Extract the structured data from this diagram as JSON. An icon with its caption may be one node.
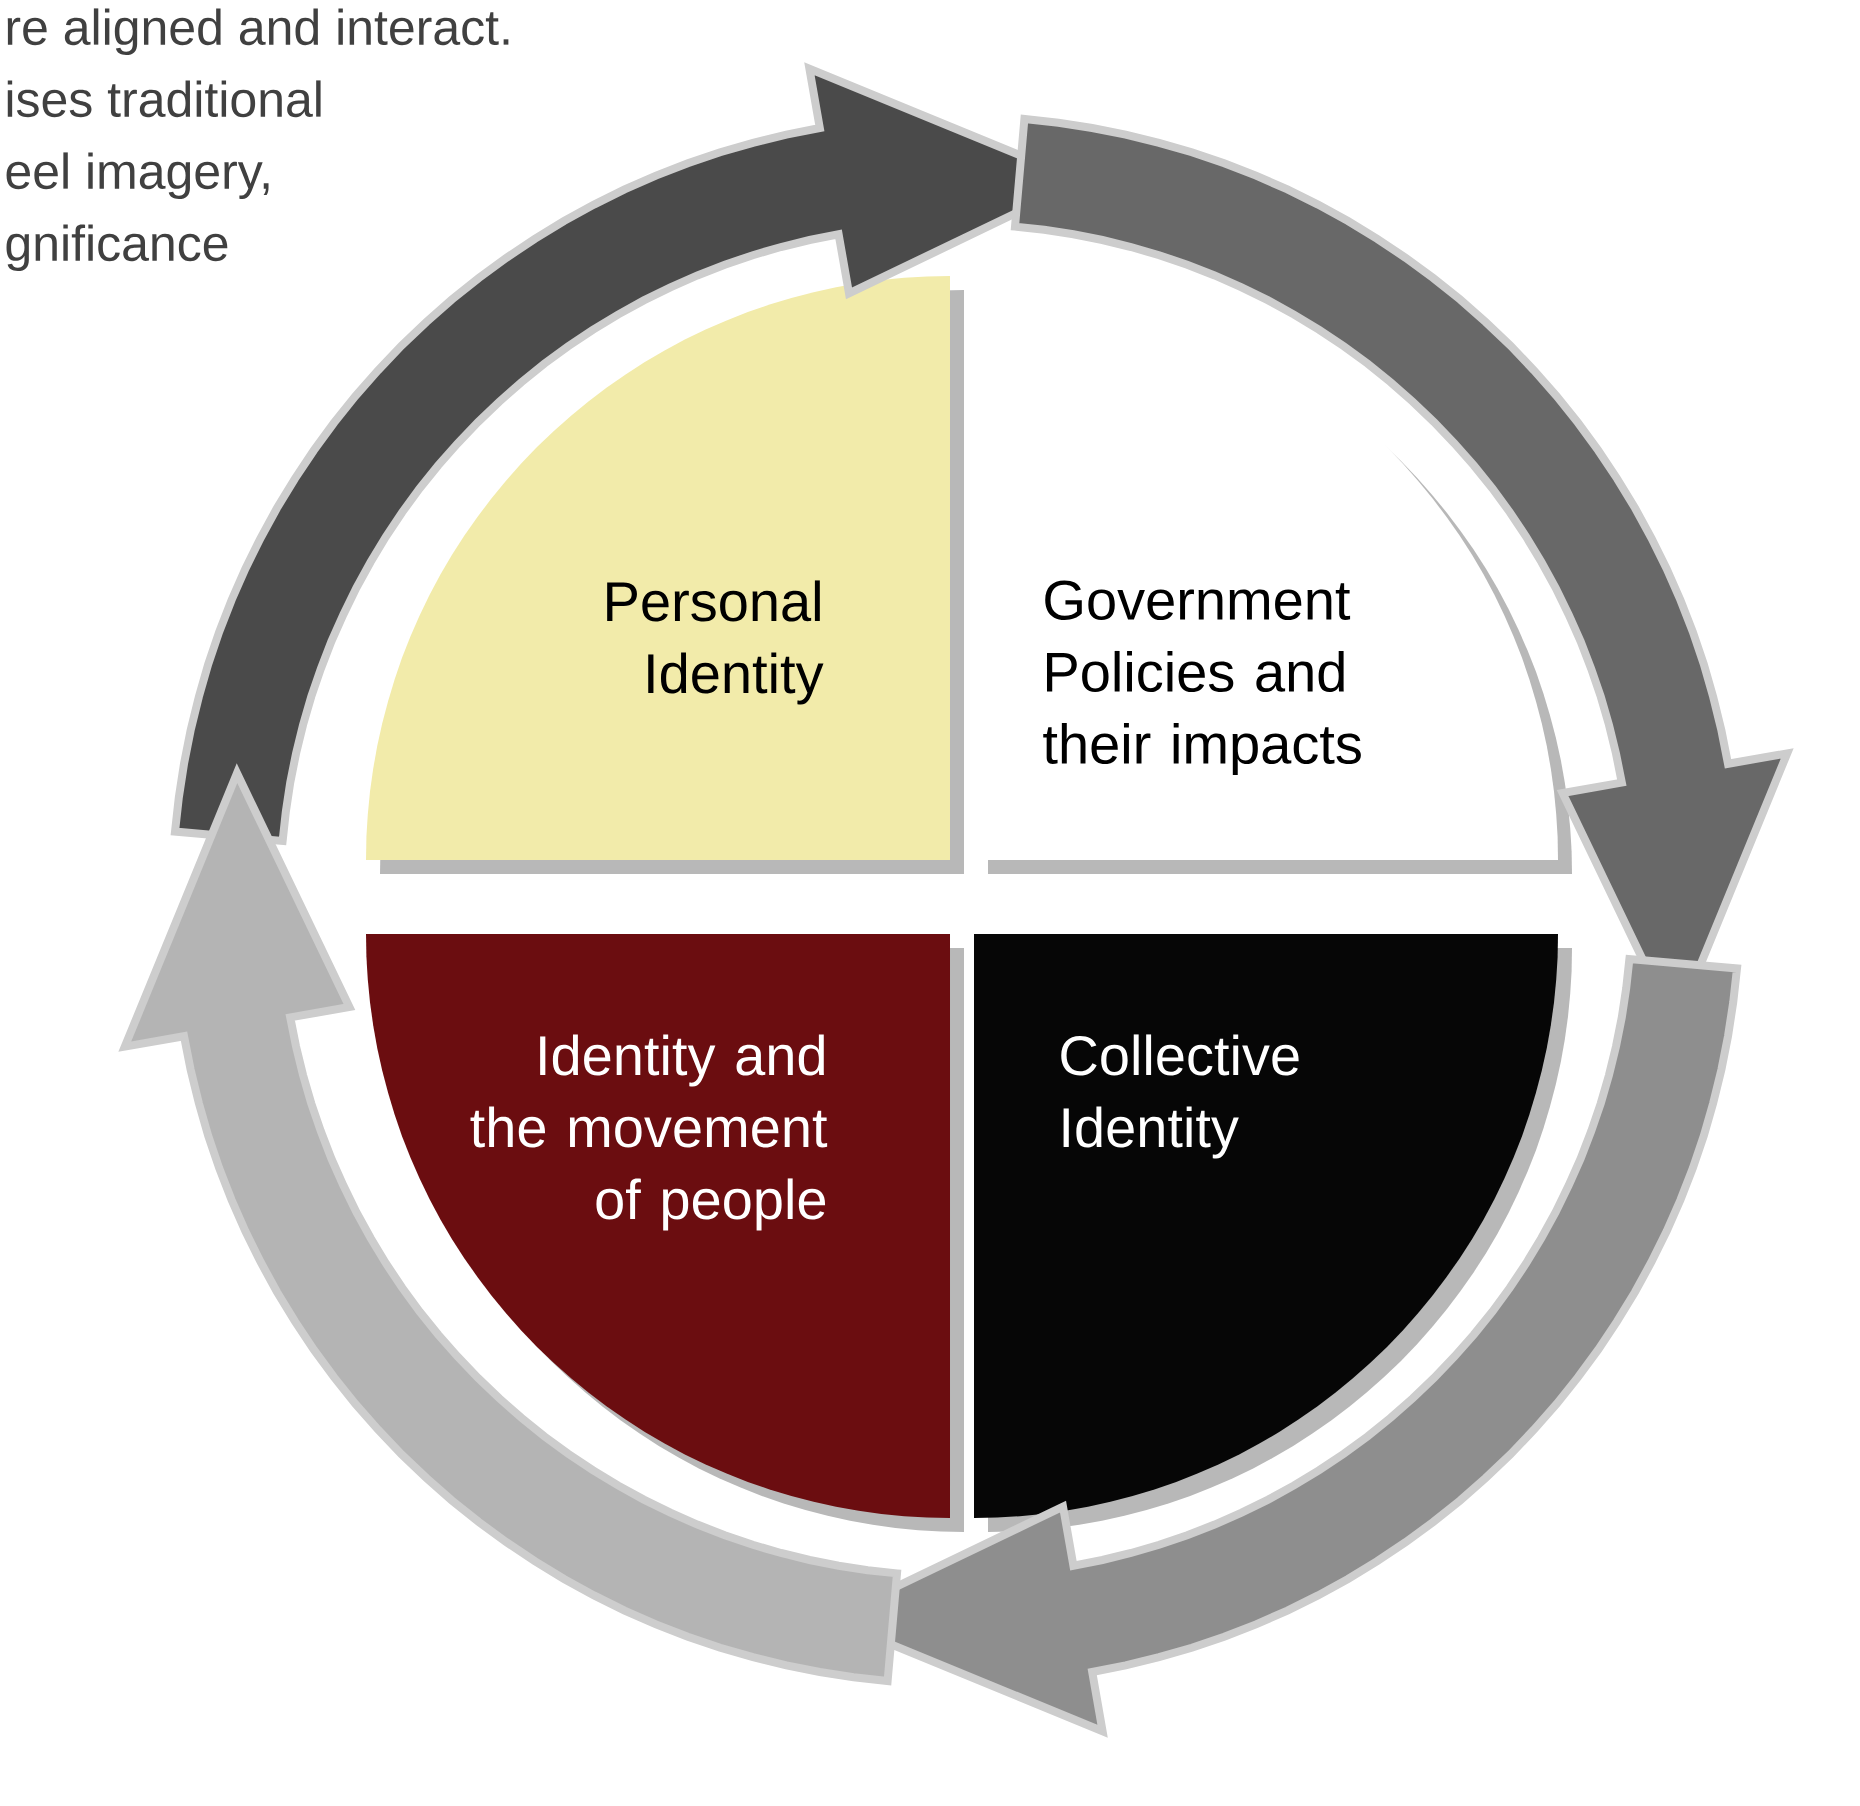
{
  "diagram": {
    "nodes": [
      {
        "text": [
          "Personal Identity"
        ]
      },
      {
        "text": [
          "Government Policies and their impacts"
        ]
      },
      {
        "text": [
          "Identity and the movement of people"
        ]
      },
      {
        "text": [
          "Collective Identity"
        ]
      }
    ],
    "edges": [
      {
        "from": 0,
        "to": 1,
        "arrow": "to",
        "style": "thick",
        "color": "#4a4a4a"
      },
      {
        "from": 1,
        "to": 3,
        "arrow": "to",
        "style": "thick",
        "color": "#686868"
      },
      {
        "from": 3,
        "to": 2,
        "arrow": "to",
        "style": "thick",
        "color": "#8e8e8e"
      },
      {
        "from": 2,
        "to": 0,
        "arrow": "to",
        "style": "thick",
        "color": "#b4b4b4"
      }
    ],
    "labels": [
      "re aligned and interact.",
      "ises traditional",
      "eel imagery,",
      "gnificance"
    ]
  }
}
